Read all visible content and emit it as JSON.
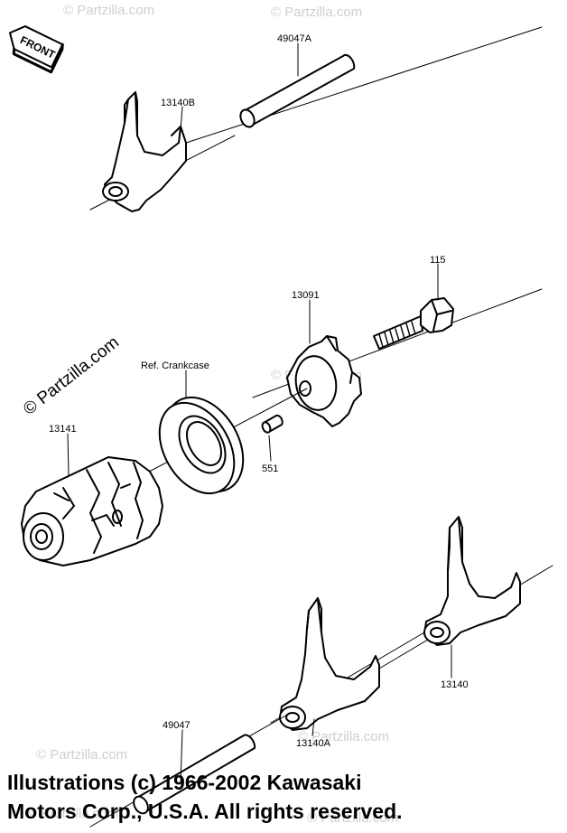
{
  "front_tag": "FRONT",
  "watermark": "© Partzilla.com",
  "parts": [
    {
      "id": "p-49047A",
      "label": "49047A"
    },
    {
      "id": "p-13140B",
      "label": "13140B"
    },
    {
      "id": "p-115",
      "label": "115"
    },
    {
      "id": "p-13091",
      "label": "13091"
    },
    {
      "id": "p-ref",
      "label": "Ref. Crankcase"
    },
    {
      "id": "p-13141",
      "label": "13141"
    },
    {
      "id": "p-551",
      "label": "551"
    },
    {
      "id": "p-13140",
      "label": "13140"
    },
    {
      "id": "p-49047",
      "label": "49047"
    },
    {
      "id": "p-13140A",
      "label": "13140A"
    }
  ],
  "copyright": {
    "line1": "Illustrations (c) 1966-2002 Kawasaki",
    "line2": "Motors Corp., U.S.A.  All rights reserved."
  }
}
